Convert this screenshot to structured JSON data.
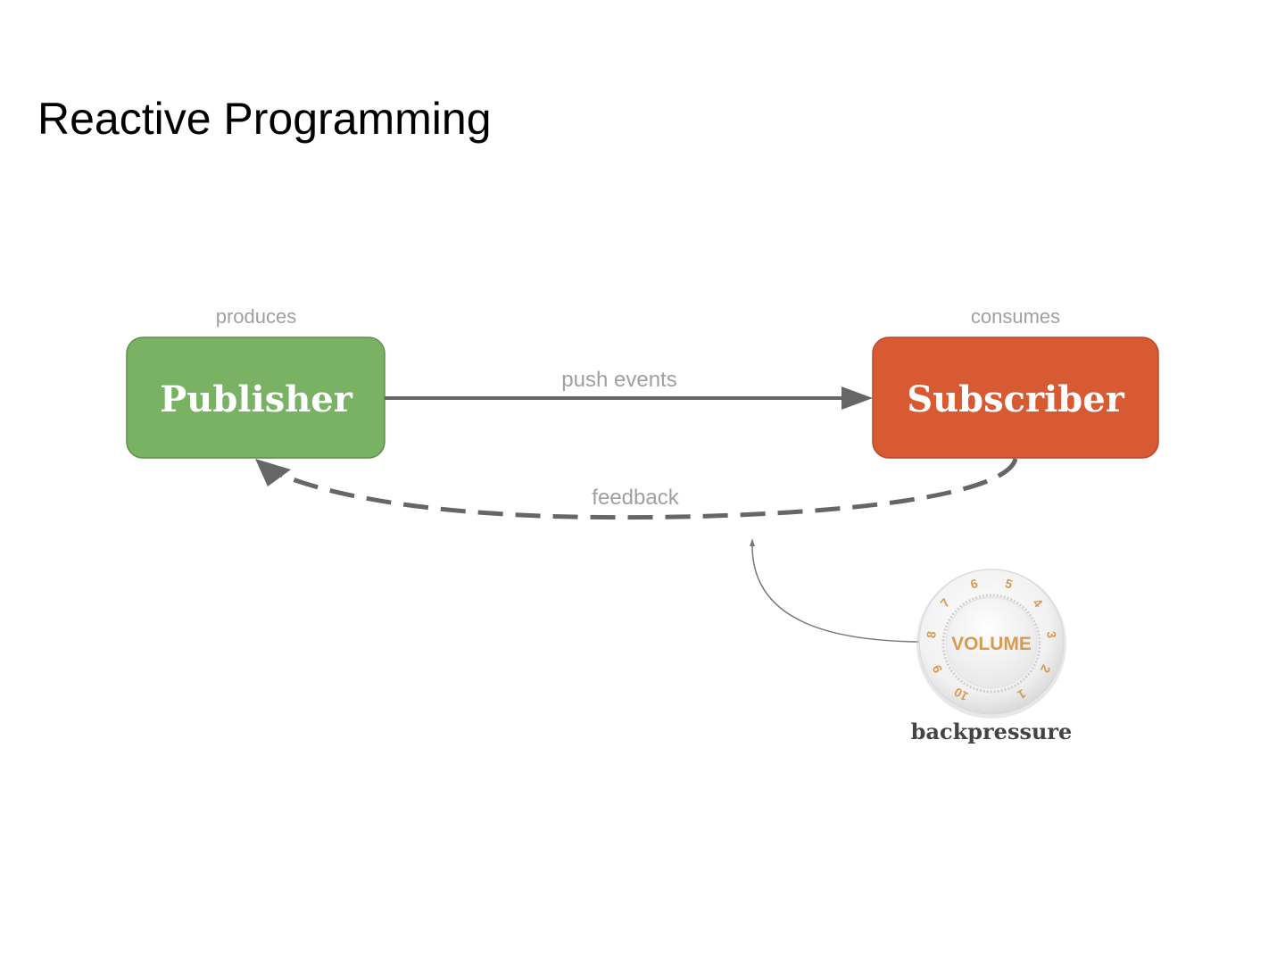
{
  "title": "Reactive Programming",
  "diagram": {
    "publisher": {
      "label": "Publisher",
      "caption": "produces",
      "color": "#78b262"
    },
    "subscriber": {
      "label": "Subscriber",
      "caption": "consumes",
      "color": "#d85a33"
    },
    "push_edge_label": "push events",
    "feedback_edge_label": "feedback",
    "knob": {
      "center_label": "VOLUME",
      "dial_numbers": [
        "1",
        "2",
        "3",
        "4",
        "5",
        "6",
        "7",
        "8",
        "9",
        "10"
      ],
      "caption": "backpressure",
      "icon": "volume-knob-icon"
    },
    "colors": {
      "edge": "#666666",
      "edge_label": "#a0a0a0",
      "dial_numbers": "#d79b4f"
    }
  }
}
